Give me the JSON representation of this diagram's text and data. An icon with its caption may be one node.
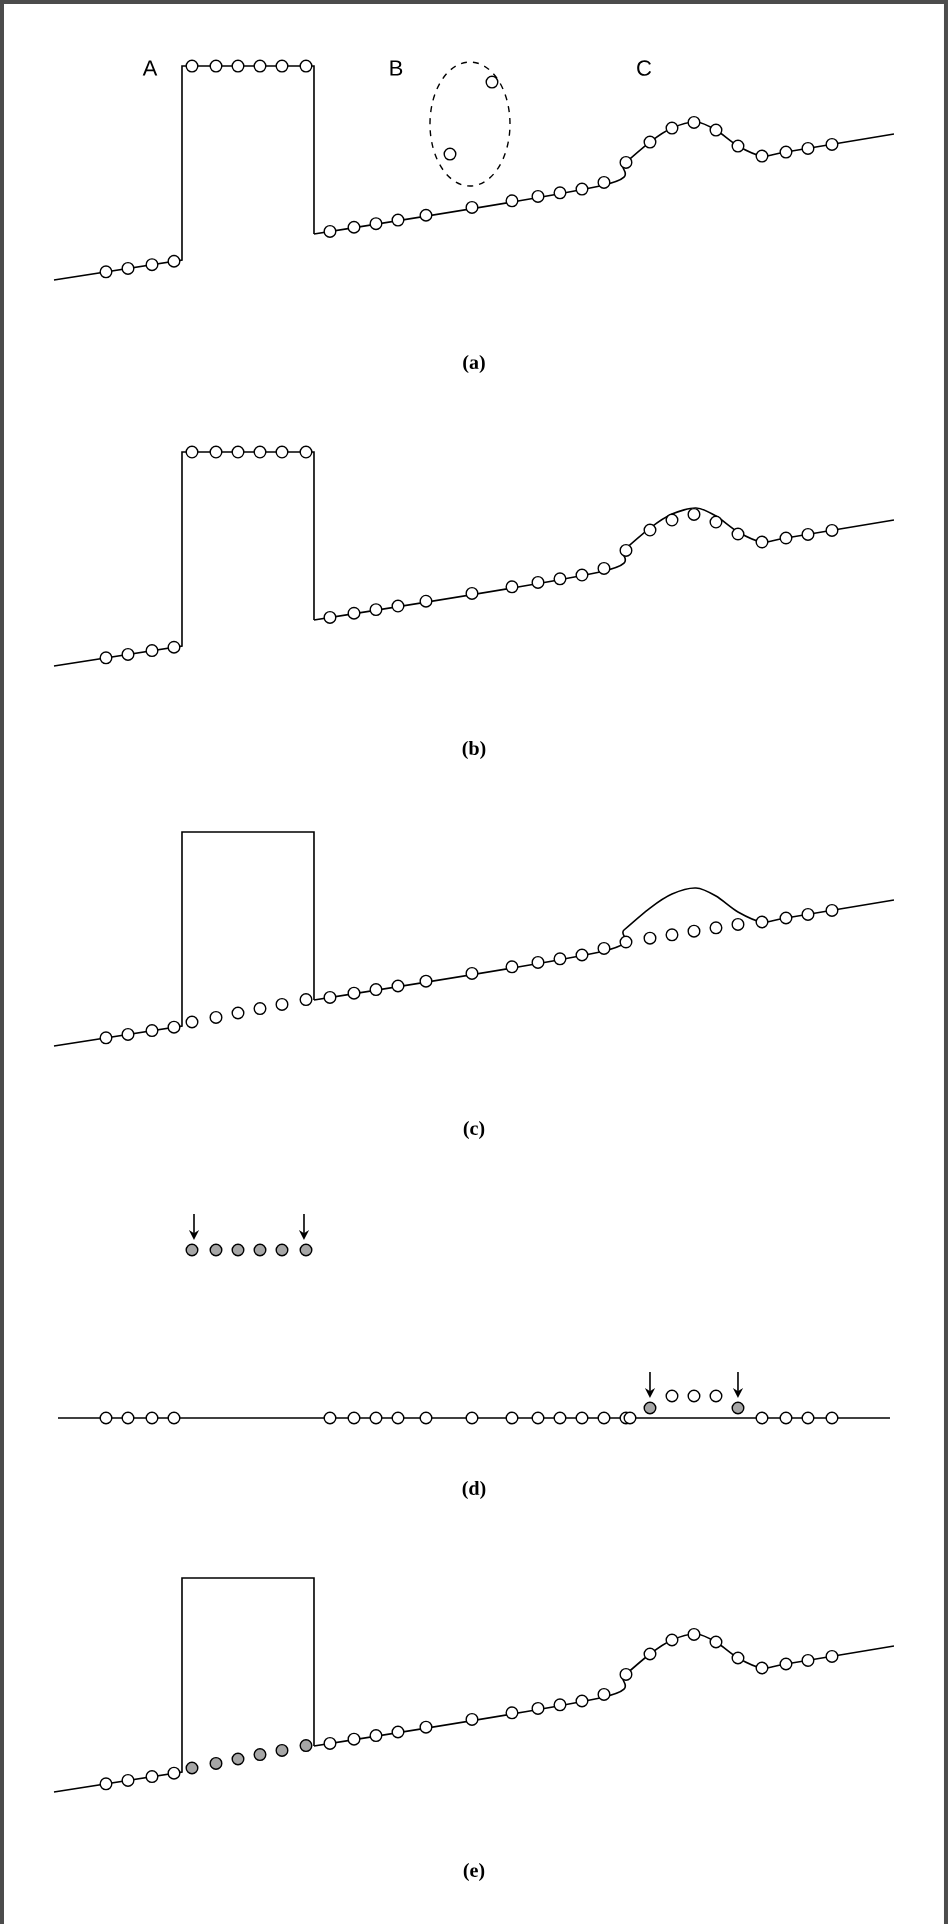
{
  "diagram": {
    "labels": [
      "A",
      "B",
      "C",
      "(a)",
      "(b)",
      "(c)",
      "(d)",
      "(e)"
    ]
  }
}
